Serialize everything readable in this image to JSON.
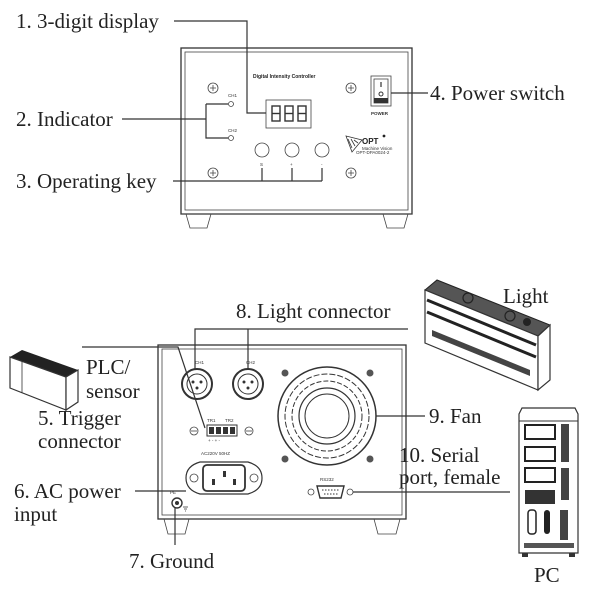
{
  "front_panel": {
    "title": "Digital Intensity Controller",
    "channel_1": "CH1",
    "channel_2": "CH2",
    "display_digits": "888",
    "key_labels": [
      "S",
      "+",
      "-"
    ],
    "power_label": "POWER",
    "brand": "OPT",
    "brand_sub": "Machine Vision",
    "model": "OPT-DPA0024-2"
  },
  "rear_panel": {
    "ch1": "CH1",
    "ch2": "CH2",
    "trigger_1": "TR1",
    "trigger_2": "TR2",
    "trigger_pins": "+ - + -",
    "ac_rating": "AC220V 50HZ",
    "serial_label": "RS232",
    "ground_label": "PE"
  },
  "callouts": {
    "c1": "1. 3-digit display",
    "c2": "2. Indicator",
    "c3": "3. Operating key",
    "c4": "4. Power switch",
    "c5_line1": "5. Trigger",
    "c5_line2": "connector",
    "c6_line1": "6. AC power",
    "c6_line2": "input",
    "c7": "7. Ground",
    "c8": "8. Light connector",
    "c9": "9. Fan",
    "c10_line1": "10. Serial",
    "c10_line2": "port, female"
  },
  "devices": {
    "plc_line1": "PLC/",
    "plc_line2": "sensor",
    "light": "Light",
    "pc": "PC"
  }
}
